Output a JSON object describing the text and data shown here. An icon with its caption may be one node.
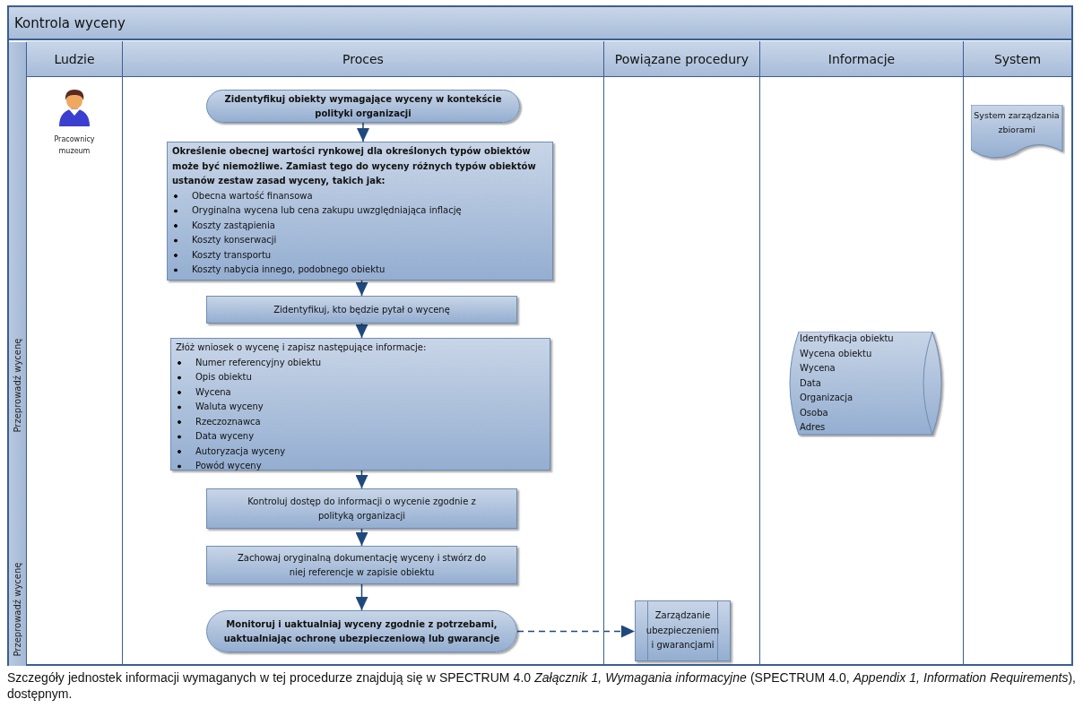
{
  "diagram": {
    "title": "Kontrola wyceny",
    "caption": "Szczegóły jednostek informacji wymaganych w tej procedurze znajdują się w SPECTRUM 4.0 *Załącznik 1, Wymagania informacyjne* (SPECTRUM 4.0, *Appendix 1, Information Requirements*), dostępnym.",
    "nodes": [
      {
        "text": [
          "Ludzie"
        ]
      },
      {
        "text": [
          "Proces"
        ]
      },
      {
        "text": [
          "Powiązane procedury"
        ]
      },
      {
        "text": [
          "Informacje"
        ]
      },
      {
        "text": [
          "System"
        ]
      },
      {
        "text": [
          "Pracownicy muzeum"
        ],
        "in": 0
      },
      {
        "text": [
          "Zidentyfikuj obiekty wymagające wyceny w kontekście polityki organizacji"
        ],
        "in": 1
      },
      {
        "text": [
          "Określenie obecnej wartości rynkowej dla określonych typów obiektów może być niemożliwe. Zamiast tego do wyceny różnych typów obiektów ustanów zestaw zasad wyceny, takich jak:",
          "Obecna wartość finansowa",
          "Oryginalna wycena lub cena zakupu uwzględniająca inflację",
          "Koszty zastąpienia",
          "Koszty konserwacji",
          "Koszty transportu",
          "Koszty nabycia innego, podobnego obiektu"
        ],
        "in": 1
      },
      {
        "text": [
          "Zidentyfikuj, kto będzie pytał o wycenę"
        ],
        "in": 1
      },
      {
        "text": [
          "Złóż wniosek o wycenę i zapisz następujące informacje:",
          "Numer referencyjny obiektu",
          "Opis obiektu",
          "Wycena",
          "Waluta wyceny",
          "Rzeczoznawca",
          "Data wyceny",
          "Autoryzacja wyceny",
          "Powód wyceny"
        ],
        "in": 1
      },
      {
        "text": [
          "Kontroluj dostęp do informacji o wycenie zgodnie z polityką organizacji"
        ],
        "in": 1
      },
      {
        "text": [
          "Zachowaj oryginalną dokumentację wyceny i stwórz do niej referencje w zapisie obiektu"
        ],
        "in": 1
      },
      {
        "text": [
          "Monitoruj i uaktualniaj wyceny zgodnie z potrzebami, uaktualniając ochronę ubezpieczeniową lub gwarancje"
        ],
        "in": 1
      },
      {
        "text": [
          "Zarządzanie ubezpieczeniem i gwarancjami"
        ],
        "in": 2
      },
      {
        "text": [
          "Identyfikacja obiektu",
          "Wycena obiektu",
          "Wycena",
          "Data",
          "Organizacja",
          "Osoba",
          "Adres"
        ],
        "in": 3
      },
      {
        "text": [
          "System zarządzania zbiorami"
        ],
        "in": 4
      }
    ],
    "edges": [
      {
        "from": 6,
        "to": 7,
        "arrow": "to"
      },
      {
        "from": 7,
        "to": 8,
        "arrow": "to"
      },
      {
        "from": 8,
        "to": 9,
        "arrow": "to"
      },
      {
        "from": 9,
        "to": 10,
        "arrow": "to"
      },
      {
        "from": 10,
        "to": 11,
        "arrow": "to"
      },
      {
        "from": 11,
        "to": 12,
        "arrow": "to"
      },
      {
        "from": 12,
        "to": 13,
        "arrow": "to",
        "style": "dashed"
      }
    ],
    "labels": [
      "Przeprowadź wycenę",
      "Przeprowadź wycenę"
    ]
  }
}
